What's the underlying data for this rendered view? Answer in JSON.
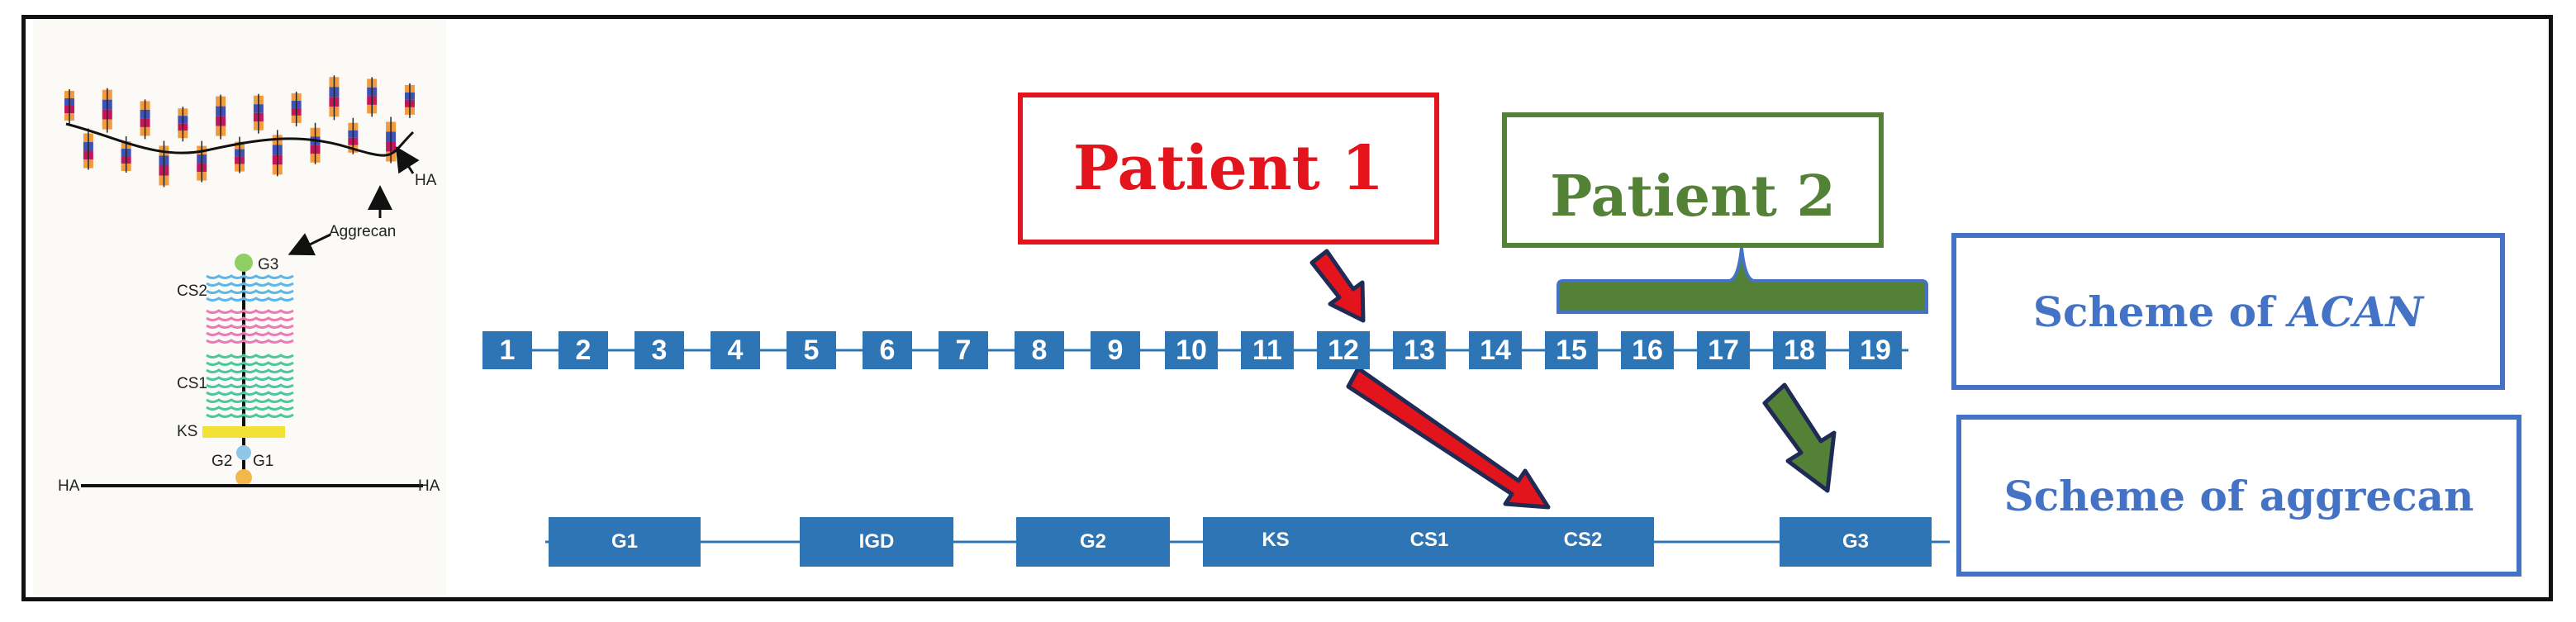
{
  "patients": [
    {
      "label": "Patient 1",
      "color": "#e3141c"
    },
    {
      "label": "Patient 2",
      "color": "#538135"
    }
  ],
  "schemes": {
    "acan_prefix": "Scheme of ",
    "acan_gene": "ACAN",
    "aggrecan": "Scheme of aggrecan"
  },
  "exons": [
    "1",
    "2",
    "3",
    "4",
    "5",
    "6",
    "7",
    "8",
    "9",
    "10",
    "11",
    "12",
    "13",
    "14",
    "15",
    "16",
    "17",
    "18",
    "19"
  ],
  "domains": [
    "G1",
    "IGD",
    "G2",
    "KS",
    "CS1",
    "CS2",
    "G3"
  ],
  "aggrecan_panel": {
    "labels": {
      "ha_top": "HA",
      "aggrecan": "Aggrecan",
      "g3": "G3",
      "cs2": "CS2",
      "cs1": "CS1",
      "ks": "KS",
      "g2": "G2",
      "g1": "G1",
      "ha_left": "HA",
      "ha_right": "HA"
    }
  },
  "colors": {
    "exon_blue": "#2e75b6",
    "scheme_blue": "#4472c4",
    "patient1_red": "#e3141c",
    "patient2_green": "#538135"
  }
}
